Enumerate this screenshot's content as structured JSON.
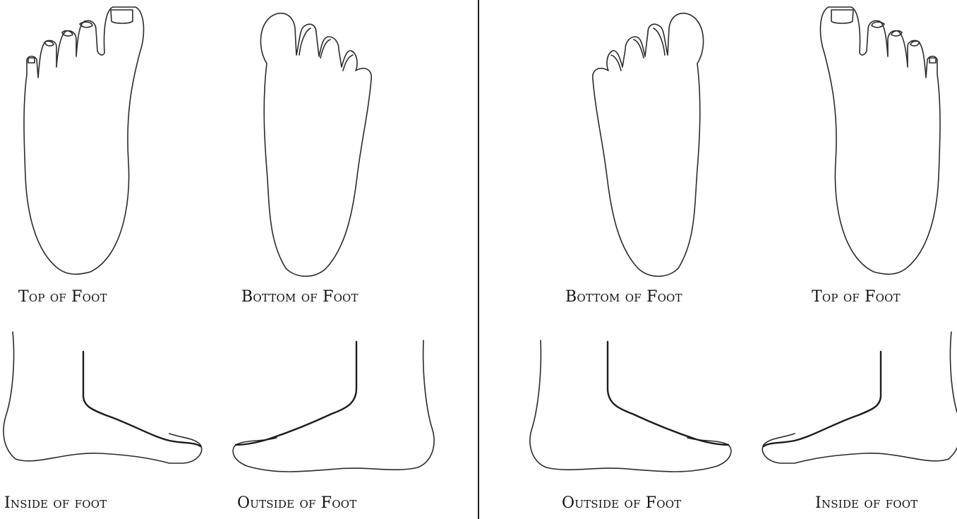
{
  "labels": {
    "left_top": "Top of Foot",
    "left_bottom": "Bottom of Foot",
    "left_inside": "Inside of foot",
    "left_outside": "Outside of Foot",
    "right_bottom": "Bottom of Foot",
    "right_top": "Top of Foot",
    "right_outside": "Outside of Foot",
    "right_inside": "Inside of foot"
  },
  "colors": {
    "line": "#2b2b2b",
    "divider": "#1a1a1a",
    "background": "#ffffff"
  }
}
